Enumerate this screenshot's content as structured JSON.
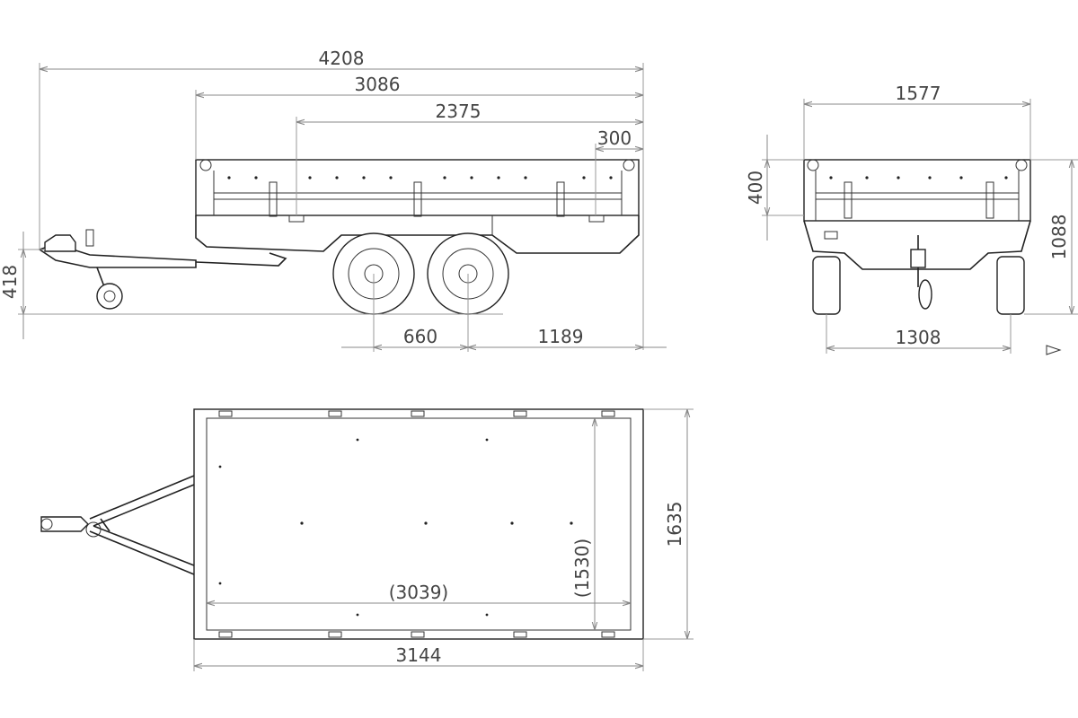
{
  "dimensions": {
    "overall_length": "4208",
    "body_length": "3086",
    "bed_span": "2375",
    "rear_offset": "300",
    "side_height": "400",
    "drawbar_height": "418",
    "axle_spacing": "660",
    "rear_overhang": "1189",
    "overall_width": "1577",
    "overall_height": "1088",
    "track_width": "1308",
    "inner_length": "(3039)",
    "inner_width": "(1530)",
    "outer_width": "1635",
    "top_length": "3144"
  },
  "views": {
    "side": "side-view",
    "rear": "rear-view",
    "top": "top-view"
  },
  "colors": {
    "line": "#222222",
    "dimension": "#888888",
    "text": "#444444"
  }
}
